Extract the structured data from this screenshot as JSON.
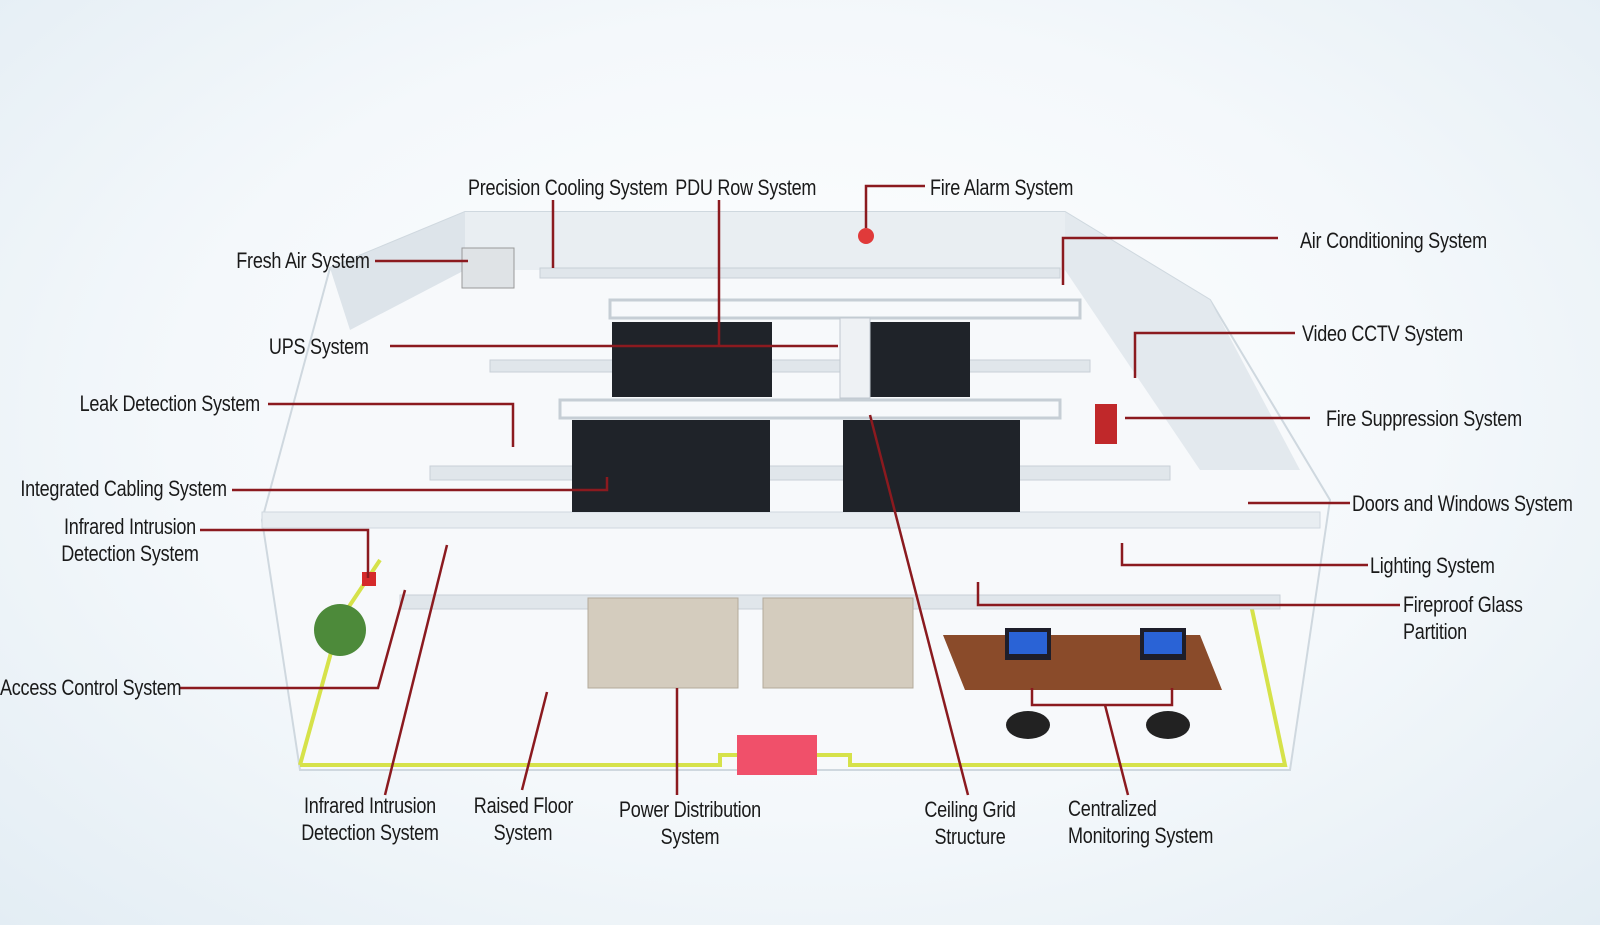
{
  "labels": {
    "precision_cooling": "Precision Cooling System",
    "pdu_row": "PDU Row System",
    "fire_alarm": "Fire Alarm System",
    "fresh_air": "Fresh Air System",
    "air_conditioning": "Air Conditioning System",
    "ups": "UPS System",
    "video_cctv": "Video CCTV System",
    "leak_detection": "Leak Detection System",
    "fire_suppression": "Fire Suppression System",
    "integrated_cabling": "Integrated Cabling System",
    "doors_windows": "Doors and Windows System",
    "infrared_left": [
      "Infrared Intrusion",
      "Detection System"
    ],
    "lighting": "Lighting System",
    "fireproof_glass": [
      "Fireproof Glass",
      "Partition"
    ],
    "access_control": "Access Control System",
    "infrared_bottom": [
      "Infrared Intrusion",
      "Detection System"
    ],
    "raised_floor": [
      "Raised Floor",
      "System"
    ],
    "power_distribution": [
      "Power Distribution",
      "System"
    ],
    "ceiling_grid": [
      "Ceiling Grid",
      "Structure"
    ],
    "centralized_monitoring": [
      "Centralized",
      "Monitoring System"
    ]
  },
  "colors": {
    "leader_line": "#8b1a1f",
    "server_rack": "#1f2329",
    "floor_border": "#d6e24a",
    "cabinet": "#cfc6b8",
    "desk": "#8a4b2a",
    "mat": "#f0506a"
  }
}
